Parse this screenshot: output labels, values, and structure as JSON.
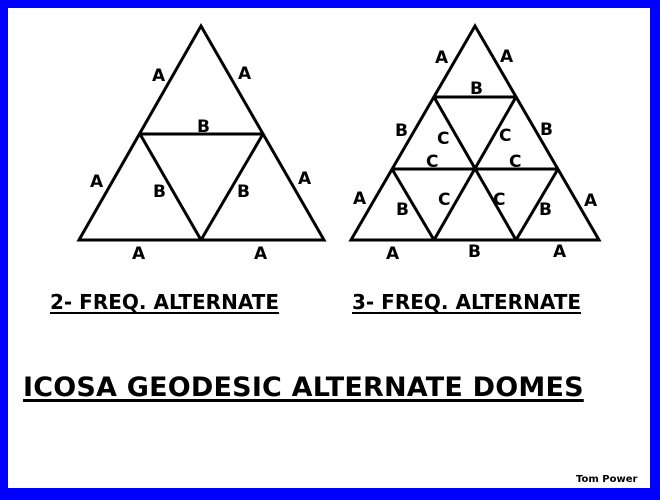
{
  "colors": {
    "border": "#0000FF",
    "background": "#FFFFFF",
    "ink": "#000000"
  },
  "diagram_2freq": {
    "caption": "2- FREQ. ALTERNATE",
    "labels": [
      "A",
      "A",
      "B",
      "A",
      "B",
      "B",
      "A",
      "A",
      "A"
    ]
  },
  "diagram_3freq": {
    "caption": "3- FREQ. ALTERNATE",
    "labels": [
      "A",
      "A",
      "B",
      "B",
      "C",
      "C",
      "B",
      "C",
      "C",
      "A",
      "B",
      "C",
      "C",
      "B",
      "A",
      "A",
      "B",
      "A"
    ]
  },
  "title": "ICOSA GEODESIC ALTERNATE DOMES",
  "credit": "Tom Power"
}
